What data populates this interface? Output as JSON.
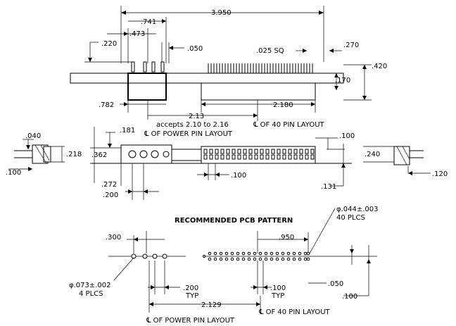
{
  "dims": {
    "overall_length": "3.950",
    "power_pin_span": ".741",
    "power_pin_pitch": ".473",
    "power_pin_height": ".220",
    "pin_width": ".050",
    "signal_pin_square": ".025 SQ",
    "signal_pin_height": ".270",
    "body_height": ".420",
    "flange": ".170",
    "body_offset": ".782",
    "signal_body": "2.180",
    "centerline_distance": "2.13",
    "accepts_range": "accepts 2.10 to 2.16",
    "end_width": ".040",
    "end_height": ".218",
    "end_offset": ".100",
    "power_top": ".181",
    "face_height": ".362",
    "face_bottom": ".272",
    "power_pin_spacing": ".200",
    "signal_pitch": ".100",
    "signal_right_top": ".100",
    "signal_right_bottom": ".131",
    "right_end_height": ".240",
    "right_end_offset": ".120",
    "pcb_left_offset": ".300",
    "pcb_hole_dia": "φ.044±.003",
    "pcb_hole_count": "40 PLCS",
    "pcb_signal_span": ".950",
    "pcb_power_hole": "φ.073±.002",
    "pcb_power_count": "4 PLCS",
    "pcb_power_pitch": ".200",
    "pcb_typ": "TYP",
    "pcb_signal_pitch": ".100",
    "pcb_right_a": ".050",
    "pcb_right_b": ".100",
    "pcb_center_span": "2.129"
  },
  "labels": {
    "cl_power": "℄ OF POWER PIN LAYOUT",
    "cl_40pin": "℄ OF 40 PIN LAYOUT",
    "pcb_title": "RECOMMENDED PCB PATTERN"
  }
}
